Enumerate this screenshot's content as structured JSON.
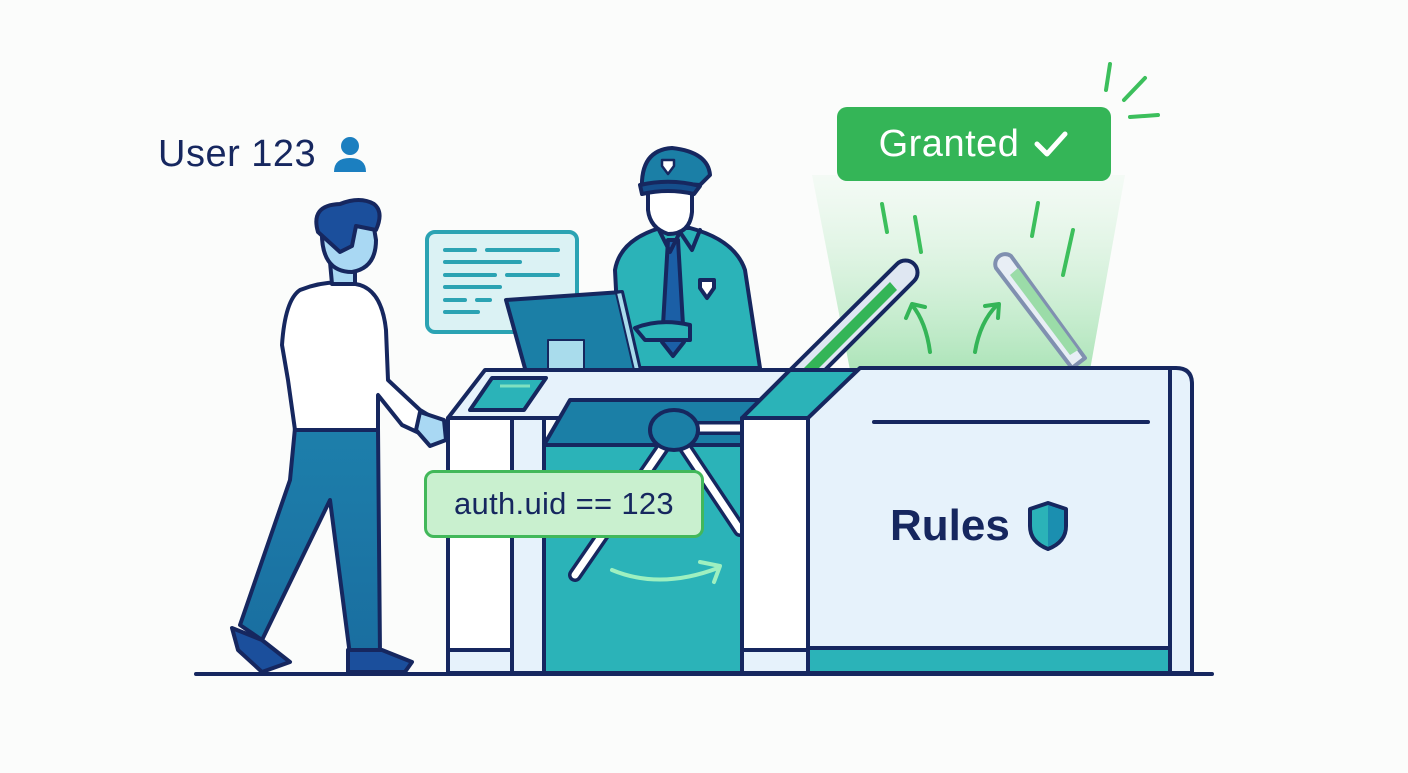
{
  "scene": {
    "title": "Security rules access check illustration",
    "user_label": "User 123",
    "user_icon": "person-icon",
    "granted_label": "Granted",
    "granted_icon": "checkmark-icon",
    "condition": "auth.uid == 123",
    "rules_label": "Rules",
    "rules_icon": "shield-icon"
  },
  "colors": {
    "navy": "#16275f",
    "teal": "#2bb3b8",
    "teal_dark": "#1b7fa6",
    "green": "#34b557",
    "green_light": "#c9f0cf",
    "panel": "#e6f2fb",
    "background": "#fbfcfb"
  }
}
